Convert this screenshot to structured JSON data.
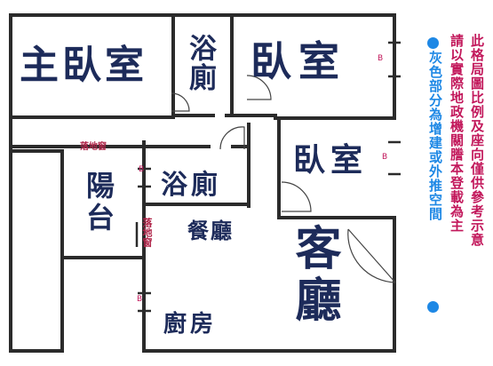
{
  "rooms": {
    "master_bedroom": "主臥室",
    "bath_top": "浴廁",
    "bedroom_large": "臥室",
    "bedroom_small": "臥室",
    "balcony": "陽台",
    "bath_mid": "浴廁",
    "dining": "餐廳",
    "living": "客廳",
    "kitchen": "廚房"
  },
  "labels": {
    "french_window_top": "落地窗",
    "french_window_side": "落地窗",
    "b": "B"
  },
  "notes": {
    "disclaimer_col1": "此格局圖比例及座向僅供參考示意",
    "disclaimer_col2": "請以實際地政機關謄本登載為主",
    "extension_note": "灰色部分為增建或外推空間"
  },
  "colors": {
    "wall": "#2b2b2b",
    "room_text": "#1d2b5a",
    "note_pink": "#c2185b",
    "note_blue": "#1e88e5"
  }
}
